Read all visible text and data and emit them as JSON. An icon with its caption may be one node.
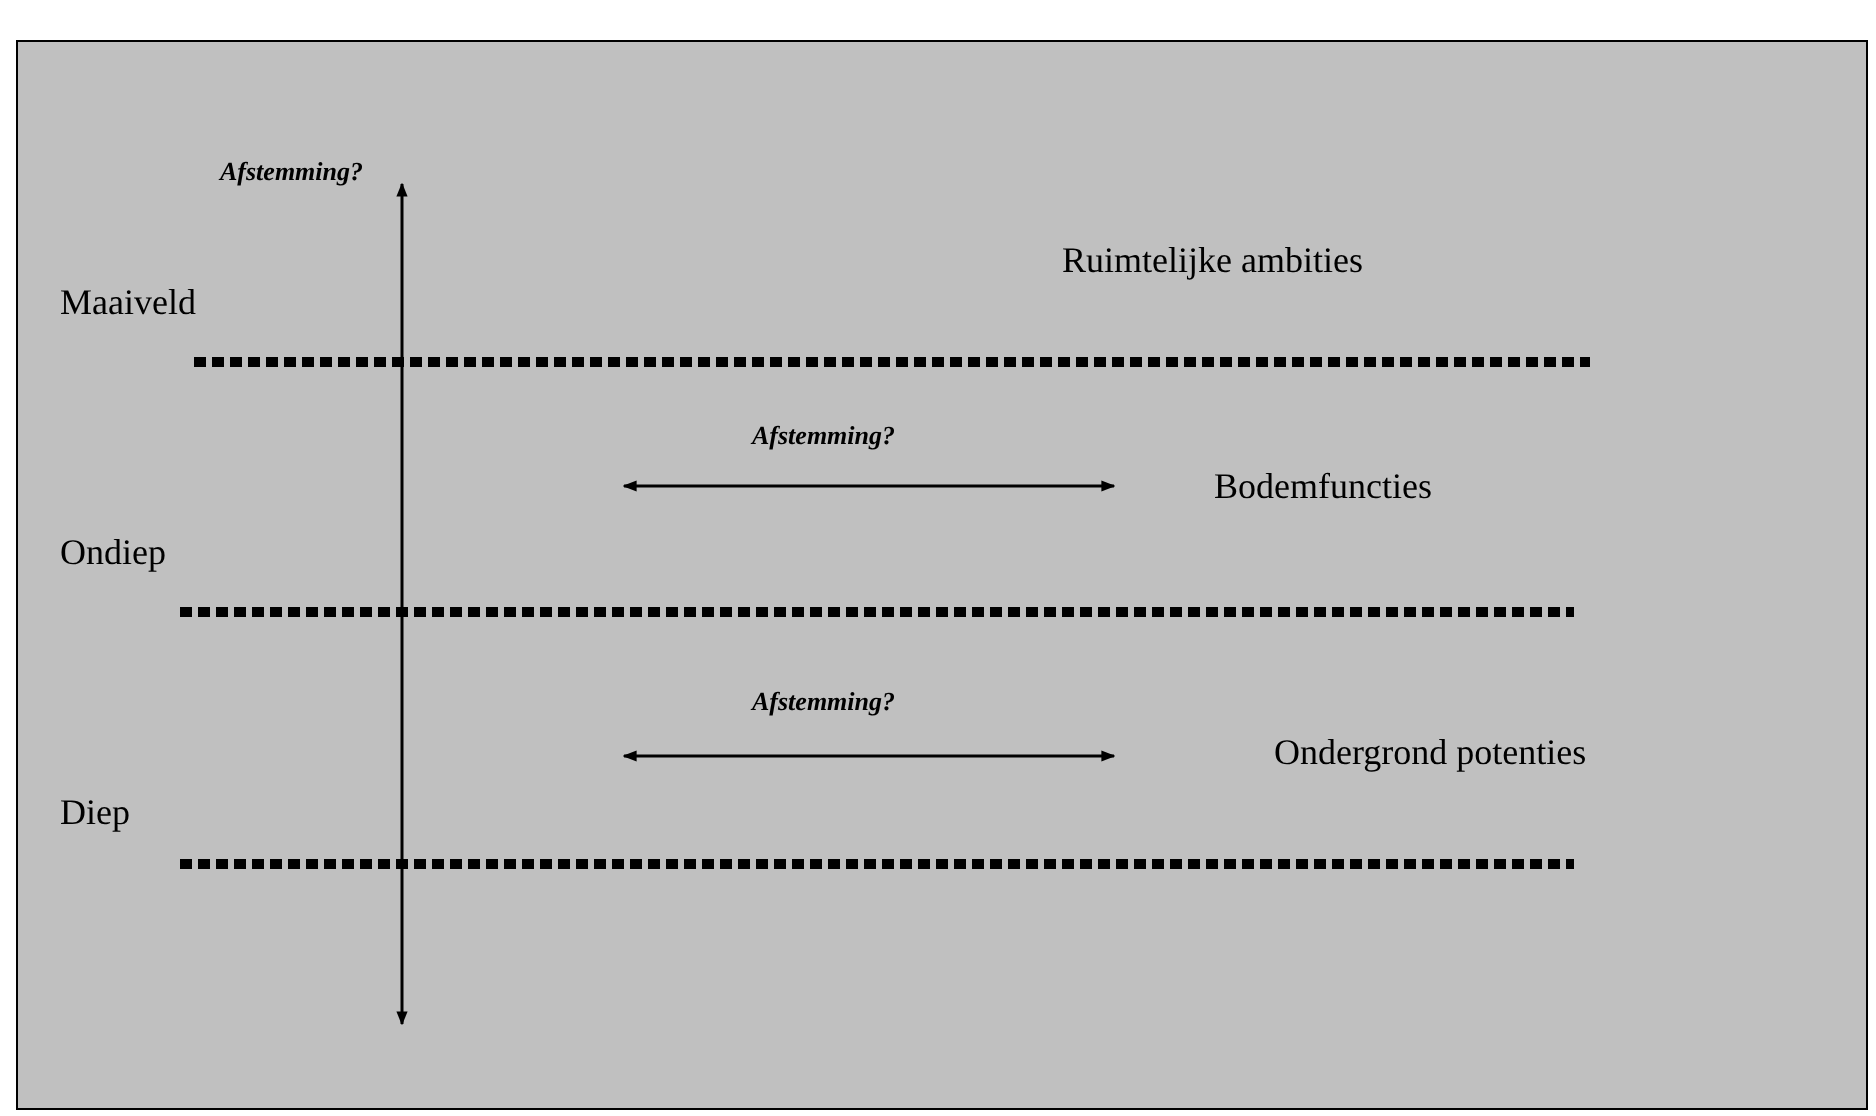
{
  "diagram": {
    "labels": [
      "Afstemming?",
      "Ruimtelijke ambities",
      "Maaiveld",
      "Afstemming?",
      "Bodemfuncties",
      "Ondiep",
      "Afstemming?",
      "Ondergrond potenties",
      "Diep"
    ]
  }
}
